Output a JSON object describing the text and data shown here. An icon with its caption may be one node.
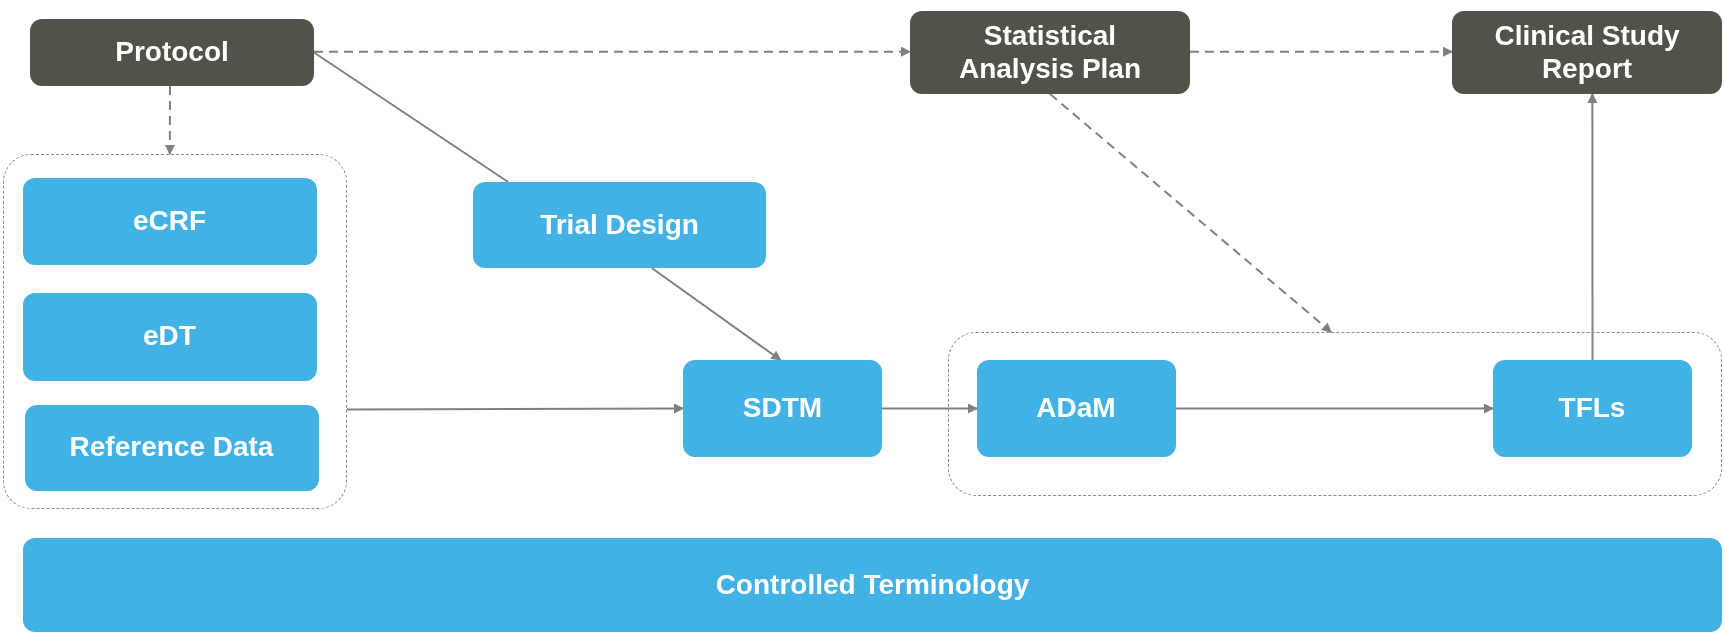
{
  "diagram": {
    "nodes": [
      {
        "text": [
          "Protocol"
        ]
      },
      {
        "text": [
          "Statistical Analysis Plan"
        ]
      },
      {
        "text": [
          "Clinical Study Report"
        ]
      },
      {
        "text": [],
        "shape": "box"
      },
      {
        "text": [
          "eCRF"
        ],
        "in": 3
      },
      {
        "text": [
          "eDT"
        ],
        "in": 3
      },
      {
        "text": [
          "Reference Data"
        ],
        "in": 3
      },
      {
        "text": [
          "Trial Design"
        ]
      },
      {
        "text": [
          "SDTM"
        ]
      },
      {
        "text": [],
        "shape": "box"
      },
      {
        "text": [
          "ADaM"
        ],
        "in": 9
      },
      {
        "text": [
          "TFLs"
        ],
        "in": 9
      },
      {
        "text": [
          "Controlled Terminology"
        ]
      }
    ],
    "edges": [
      {
        "from": 0,
        "to": 3,
        "arrow": "to",
        "style": "dashed"
      },
      {
        "from": 0,
        "to": 1,
        "arrow": "to",
        "style": "dashed"
      },
      {
        "from": 0,
        "to": 7,
        "arrow": "none"
      },
      {
        "from": 7,
        "to": 8,
        "arrow": "to"
      },
      {
        "from": 3,
        "to": 8,
        "arrow": "to"
      },
      {
        "from": 8,
        "to": 10,
        "arrow": "to"
      },
      {
        "from": 10,
        "to": 11,
        "arrow": "to"
      },
      {
        "from": 1,
        "to": 9,
        "arrow": "to",
        "style": "dashed"
      },
      {
        "from": 1,
        "to": 2,
        "arrow": "to",
        "style": "dashed"
      },
      {
        "from": 11,
        "to": 2,
        "arrow": "to"
      }
    ]
  }
}
